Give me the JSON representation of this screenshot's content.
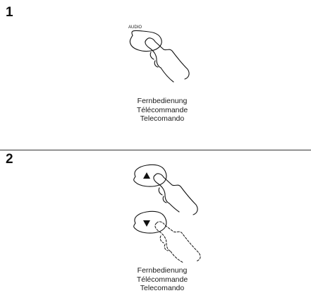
{
  "steps": [
    {
      "number": "1",
      "button_label": "AUDIO",
      "caption": [
        "Fernbedienung",
        "Télécommande",
        "Telecomando"
      ],
      "icons": [
        "audio-button-icon",
        "pointing-hand-icon"
      ]
    },
    {
      "number": "2",
      "caption": [
        "Fernbedienung",
        "Télécommande",
        "Telecomando"
      ],
      "icons": [
        "up-arrow-button-icon",
        "down-arrow-button-icon",
        "pointing-hand-icon"
      ]
    }
  ]
}
